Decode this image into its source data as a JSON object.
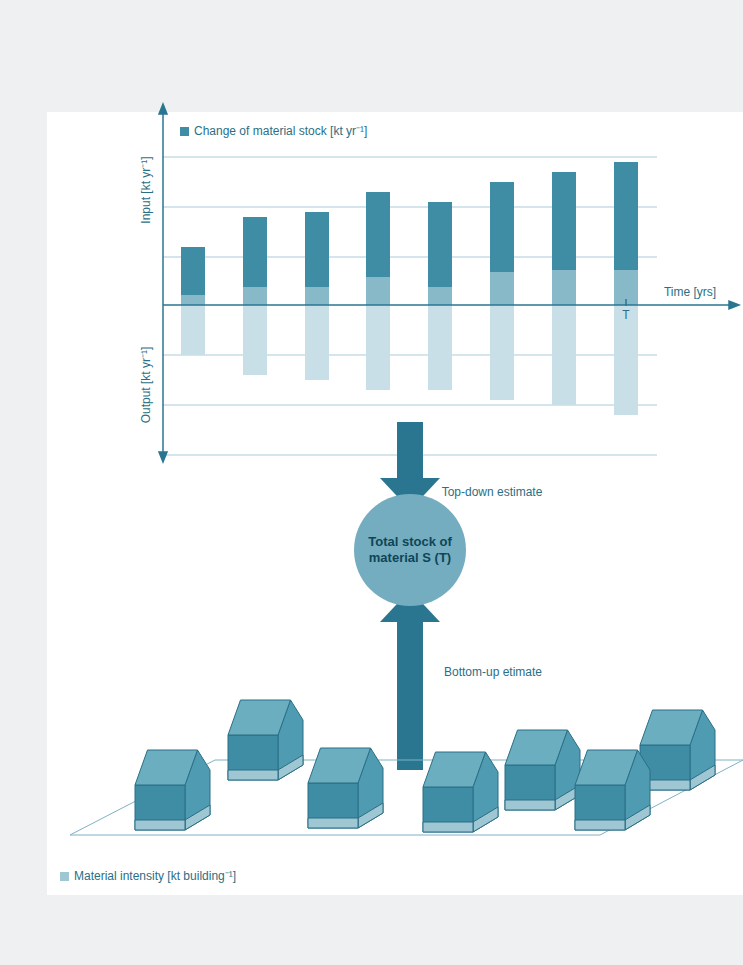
{
  "diagram": {
    "nodes": [
      {
        "text": [
          "Total stock of material S (T)"
        ]
      }
    ],
    "labels": [
      "Input [kt yr⁻¹]",
      "Output [kt yr⁻¹]",
      "Time [yrs]",
      "T",
      "Top-down estimate",
      "Bottom-up etimate"
    ],
    "legend": [
      {
        "text": "Change of material stock [kt yr⁻¹]",
        "color": "#3f8ca5"
      },
      {
        "text": "Material intensity [kt building⁻¹]",
        "color": "#9ec7d3"
      }
    ]
  }
}
